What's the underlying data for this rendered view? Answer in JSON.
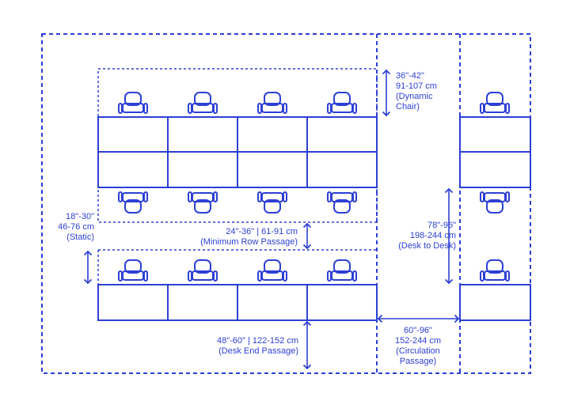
{
  "colors": {
    "line": "#2d3fd4",
    "background": "#ffffff"
  },
  "labels": {
    "dynamic_chair": [
      "36\"-42\"",
      "91-107 cm",
      "(Dynamic",
      "Chair)"
    ],
    "static": [
      "18\"-30\"",
      "46-76 cm",
      "(Static)"
    ],
    "min_row_passage": [
      "24\"-36\" | 61-91 cm",
      "(Minimum Row Passage)"
    ],
    "desk_to_desk": [
      "78\"-96\"",
      "198-244 cm",
      "(Desk to Desk)"
    ],
    "desk_end_passage": [
      "48\"-60\" | 122-152 cm",
      "(Desk End Passage)"
    ],
    "circulation_passage": [
      "60\"-96\"",
      "152-244 cm",
      "(Circulation",
      "Passage)"
    ]
  }
}
